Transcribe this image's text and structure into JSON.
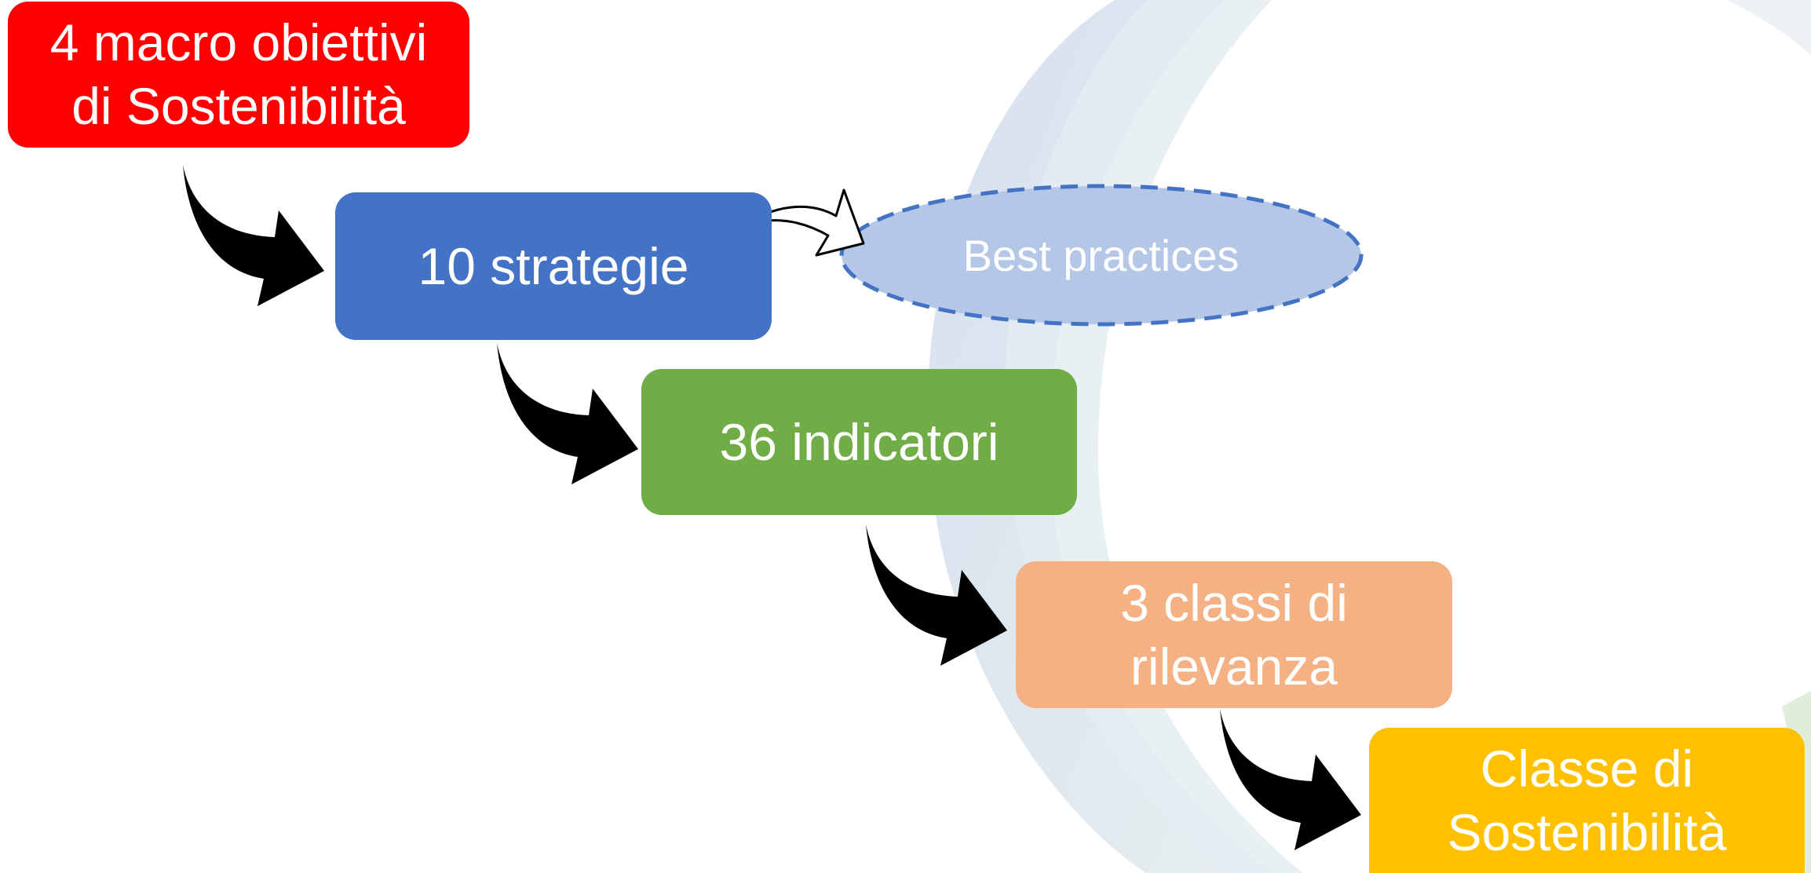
{
  "nodes": {
    "macro": {
      "line1": "4 macro obiettivi",
      "line2": "di Sostenibilità",
      "color": "#ff0000"
    },
    "strategie": {
      "label": "10 strategie",
      "color": "#4472c4"
    },
    "indicatori": {
      "label": "36 indicatori",
      "color": "#70ad47"
    },
    "classi": {
      "line1": "3 classi di",
      "line2": "rilevanza",
      "color": "#f4b183"
    },
    "sostenibilita": {
      "line1": "Classe di",
      "line2": "Sostenibilità",
      "color": "#ffc000"
    }
  },
  "best_practices": {
    "label": "Best practices",
    "fill": "#b4c7e7",
    "border": "#4472c4"
  },
  "arrow_color": "#000000"
}
